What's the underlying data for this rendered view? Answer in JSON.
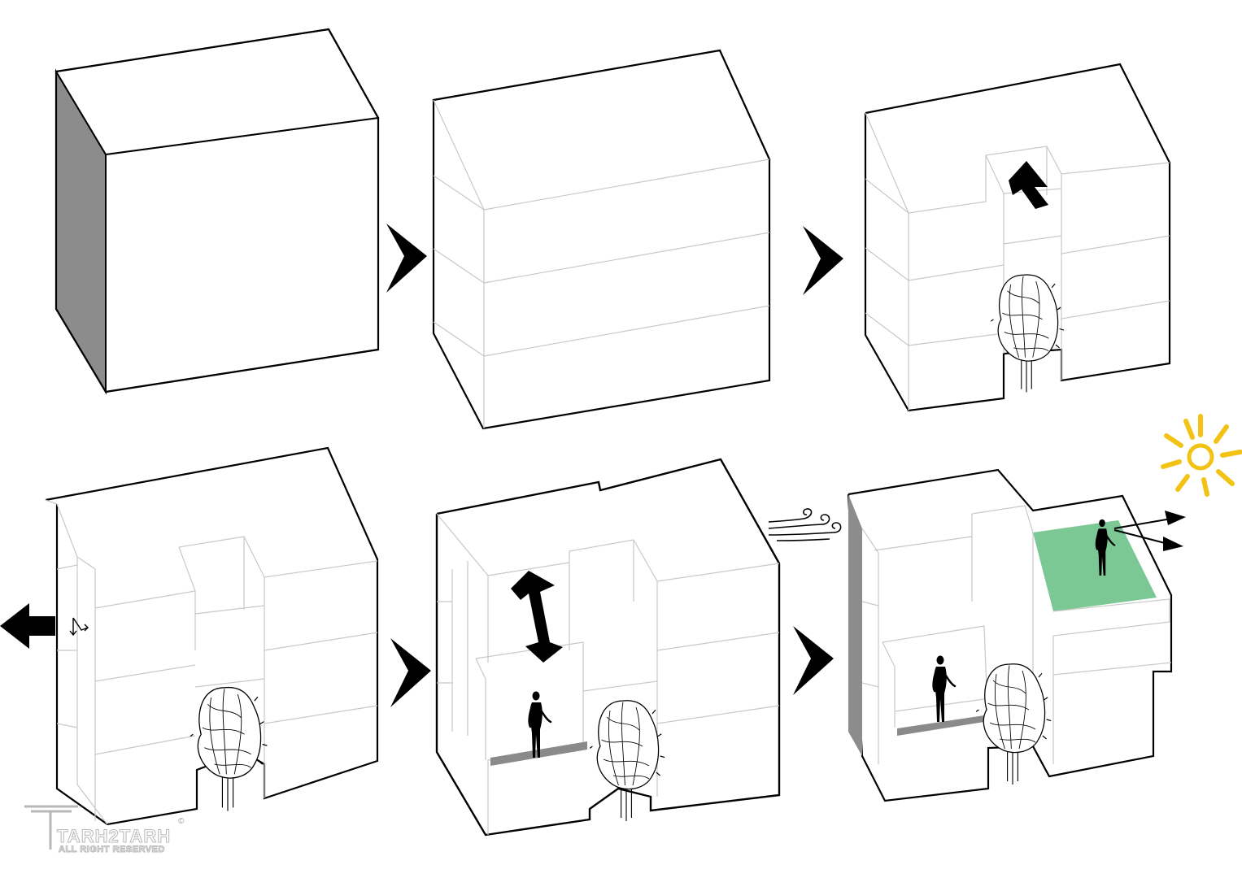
{
  "diagram": {
    "steps": [
      {
        "id": 1,
        "operation": "initial-mass"
      },
      {
        "id": 2,
        "operation": "divide-into-floors"
      },
      {
        "id": 3,
        "operation": "courtyard-cut-with-tree"
      },
      {
        "id": 4,
        "operation": "side-setbacks"
      },
      {
        "id": 5,
        "operation": "terrace-vertical-connection"
      },
      {
        "id": 6,
        "operation": "green-roof-sun-wind"
      }
    ],
    "colors": {
      "line": "#000000",
      "faint_line": "#c8c8c8",
      "shade": "#8c8c8c",
      "green_roof": "#7cc894",
      "sun": "#f2c314",
      "terrace": "#8a8a8a"
    }
  },
  "watermark": {
    "brand": "TARH2TARH",
    "copyright_symbol": "©",
    "rights": "ALL RIGHT RESERVED"
  }
}
